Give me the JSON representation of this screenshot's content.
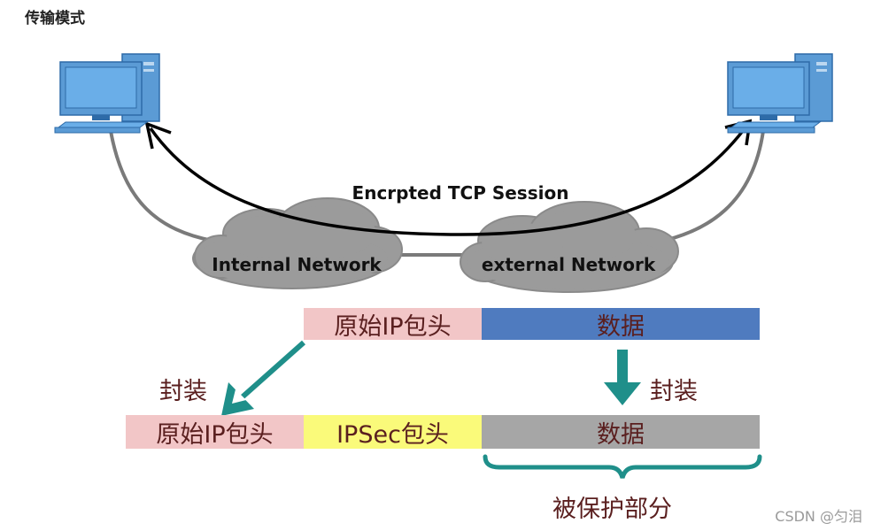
{
  "title": "传输模式",
  "network": {
    "session_label": "Encrpted TCP Session",
    "internal_label": "Internal Network",
    "external_label": "external Network"
  },
  "packet_top": {
    "header": "原始IP包头",
    "data": "数据"
  },
  "encapsulate_label_left": "封装",
  "encapsulate_label_right": "封装",
  "packet_bottom": {
    "header": "原始IP包头",
    "ipsec": "IPSec包头",
    "data": "数据"
  },
  "protected_label": "被保护部分",
  "watermark": "CSDN @匀泪",
  "colors": {
    "ip_header": "#f2c6c7",
    "data_blue": "#4f7bbf",
    "ipsec_header": "#fafa7a",
    "data_gray": "#a6a6a6",
    "teal_arrow": "#1f8f8a"
  }
}
